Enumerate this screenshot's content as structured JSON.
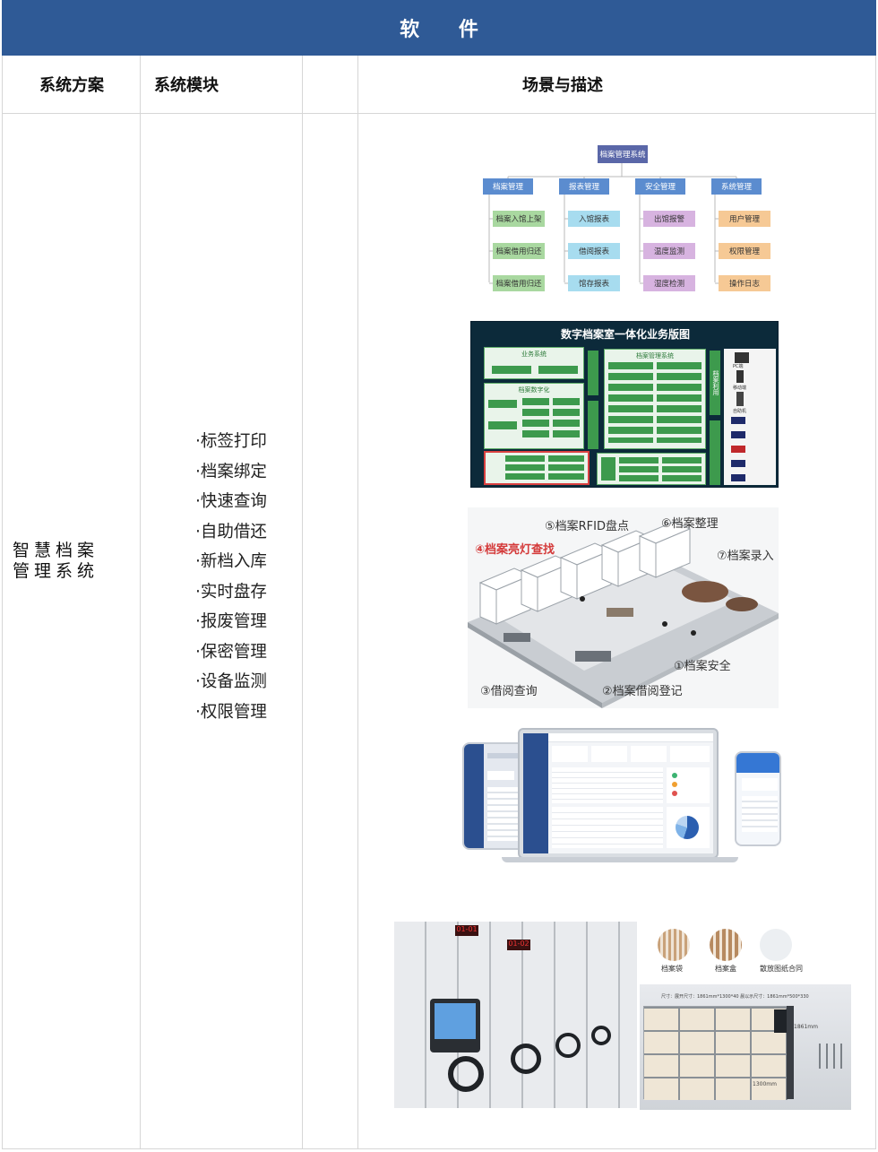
{
  "banner": {
    "title": "软 件"
  },
  "headers": {
    "col1": "系统方案",
    "col2": "系统模块",
    "col3": "",
    "col4": "场景与描述"
  },
  "row": {
    "plan_line1": "智慧档案",
    "plan_line2": "管理系统",
    "modules": [
      "·标签打印",
      "·档案绑定",
      "·快速查询",
      "·自助借还",
      "·新档入库",
      "·实时盘存",
      "·报废管理",
      "·保密管理",
      "·设备监测",
      "·权限管理"
    ]
  },
  "org_chart": {
    "root": "档案管理系统",
    "branches": [
      {
        "name": "档案管理",
        "items": [
          "档案入馆上架",
          "档案借用归还",
          "档案借用归还"
        ]
      },
      {
        "name": "报表管理",
        "items": [
          "入馆报表",
          "借阅报表",
          "馆存报表"
        ]
      },
      {
        "name": "安全管理",
        "items": [
          "出馆报警",
          "温度监测",
          "湿度检测"
        ]
      },
      {
        "name": "系统管理",
        "items": [
          "用户管理",
          "权限管理",
          "操作日志"
        ]
      }
    ],
    "colors": {
      "root": "#5a67a8",
      "level1": "#5b8ccf",
      "col1": "#a9d8a0",
      "col2": "#a7dcef",
      "col3": "#d7b3e0",
      "col4": "#f6c995"
    }
  },
  "business_map": {
    "title": "数字档案室一体化业务版图",
    "panel_business": "业务系统",
    "panel_digitize": "档案数字化",
    "panel_archive_sys": "档案管理系统",
    "side_terminals": "档案利用",
    "terminals": [
      "PC端",
      "移动端",
      "自助机"
    ]
  },
  "scene3d": {
    "labels": [
      "⑤档案RFID盘点",
      "⑥档案整理",
      "④档案亮灯查找",
      "⑦档案录入",
      "①档案安全",
      "③借阅查询",
      "②档案借阅登记"
    ]
  },
  "shelf_photo": {
    "panel_labels": [
      "01-01",
      "01-02"
    ],
    "items": [
      "档案袋",
      "档案盒",
      "散放图纸合同"
    ],
    "spec": "尺寸：展开尺寸：1861mm*1300*40 晨以示尺寸：1861mm*500*330",
    "dim_height": "1861mm",
    "dim_width": "1300mm"
  }
}
